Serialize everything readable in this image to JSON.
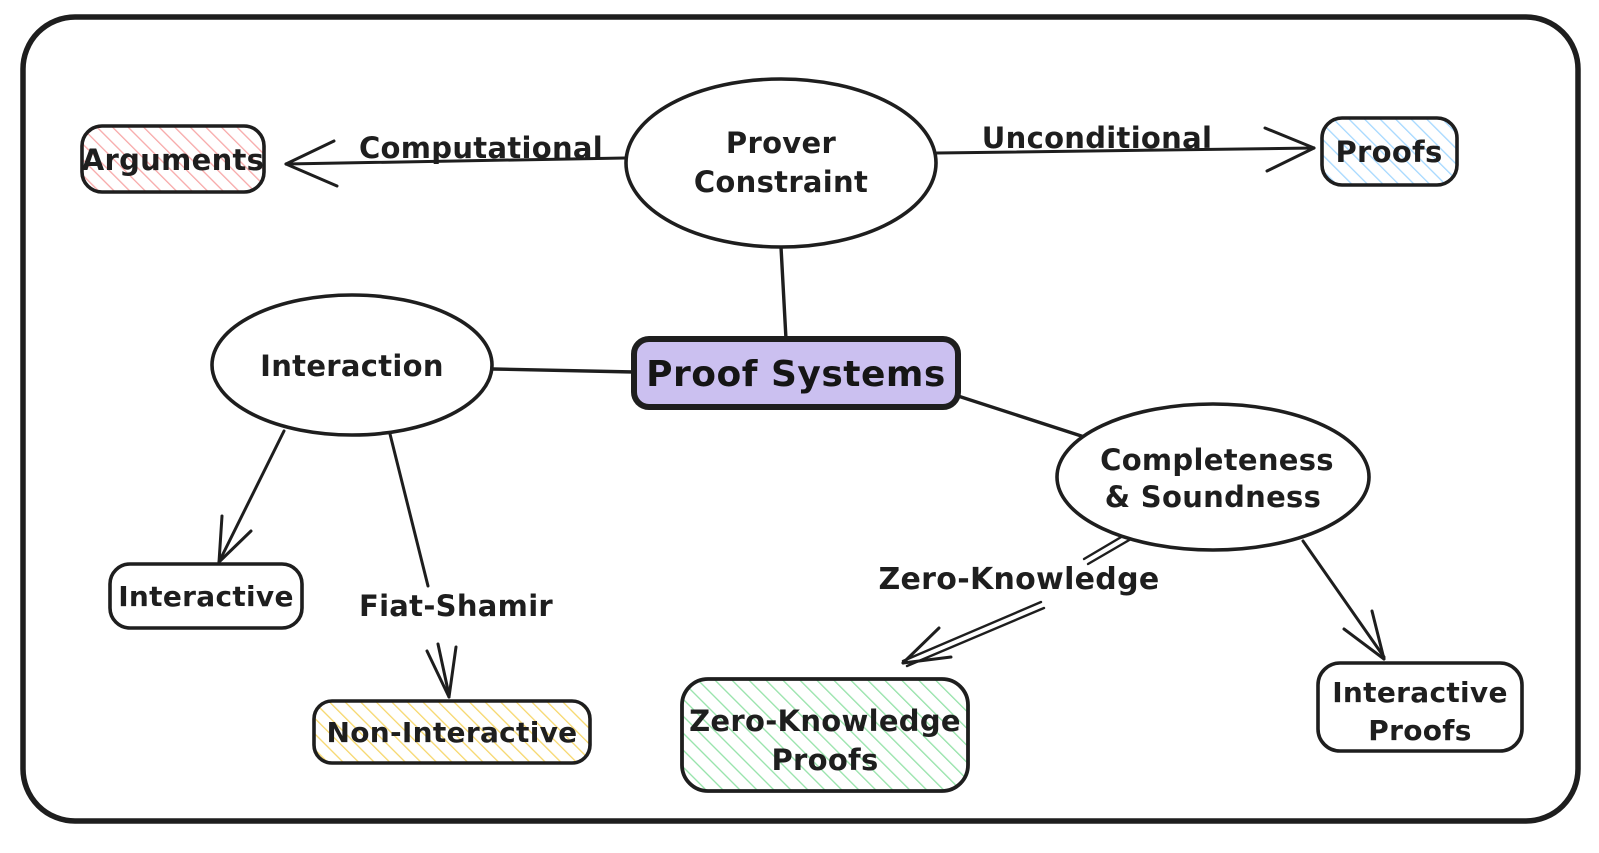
{
  "diagram": {
    "title": "Proof Systems concept map",
    "nodes": {
      "proof_systems": {
        "label": "Proof Systems"
      },
      "prover_constraint": {
        "line1": "Prover",
        "line2": "Constraint"
      },
      "interaction": {
        "label": "Interaction"
      },
      "completeness_soundness": {
        "line1": "Completeness",
        "line2": "& Soundness"
      },
      "arguments": {
        "label": "Arguments"
      },
      "proofs": {
        "label": "Proofs"
      },
      "interactive": {
        "label": "Interactive"
      },
      "non_interactive": {
        "label": "Non-Interactive"
      },
      "zero_knowledge_proofs": {
        "line1": "Zero-Knowledge",
        "line2": "Proofs"
      },
      "interactive_proofs": {
        "line1": "Interactive",
        "line2": "Proofs"
      }
    },
    "edge_labels": {
      "computational": "Computational",
      "unconditional": "Unconditional",
      "fiat_shamir": "Fiat-Shamir",
      "zero_knowledge": "Zero-Knowledge"
    },
    "colors": {
      "stroke": "#1e1e1e",
      "proof_systems_fill": "#cbc0f0",
      "arguments_hatch": "#f7a8a8",
      "proofs_hatch": "#a5d8ff",
      "non_interactive_hatch": "#f6d76b",
      "zero_knowledge_hatch": "#94e2a8"
    }
  }
}
